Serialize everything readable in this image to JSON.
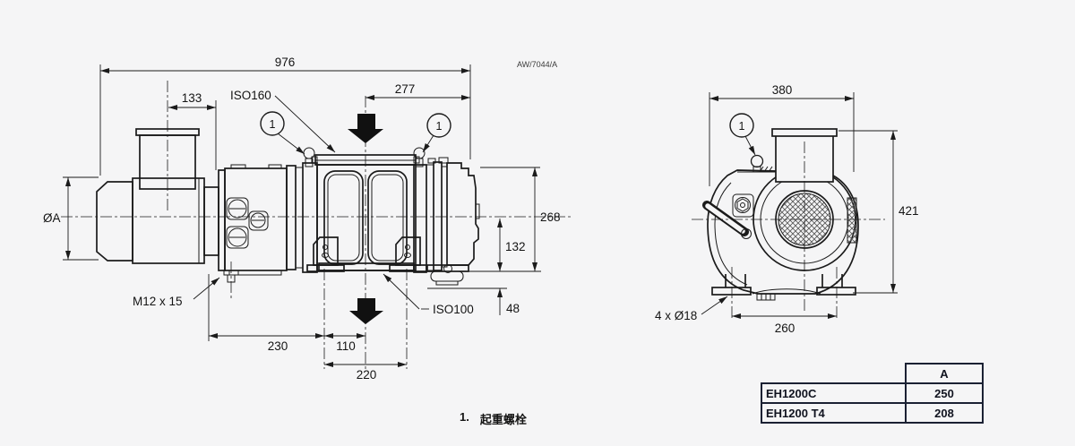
{
  "drawing": {
    "number": "AW/7044/A",
    "note_number": "1.",
    "note_text": "起重螺栓"
  },
  "side_view": {
    "balloon_left": "1",
    "balloon_right": "1",
    "label_iso160": "ISO160",
    "label_iso100": "ISO100",
    "label_m12": "M12 x 15",
    "label_shaft": "ØA",
    "dim_overall_length": "976",
    "dim_motor_port": "133",
    "dim_inlet_to_end": "277",
    "dim_height": "268",
    "dim_center_to_base": "132",
    "dim_outlet_drop": "48",
    "dim_foot_offset": "230",
    "dim_foot_to_center": "110",
    "dim_foot_spacing": "220"
  },
  "end_view": {
    "balloon": "1",
    "dim_width": "380",
    "dim_height": "421",
    "dim_foot_spacing": "260",
    "label_bolt_holes": "4 x Ø18"
  },
  "table": {
    "header_a": "A",
    "rows": [
      {
        "model": "EH1200C",
        "a": "250"
      },
      {
        "model": "EH1200 T4",
        "a": "208"
      }
    ]
  }
}
